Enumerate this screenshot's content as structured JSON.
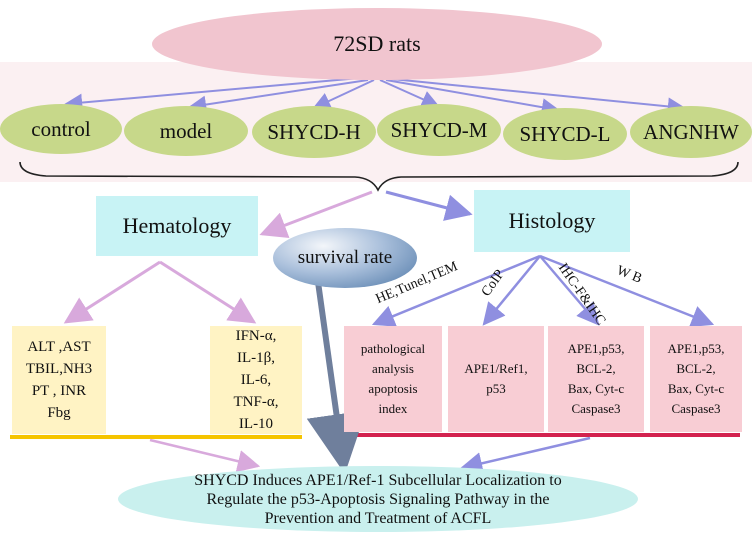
{
  "source": {
    "label": "72SD rats"
  },
  "groups": [
    "control",
    "model",
    "SHYCD-H",
    "SHYCD-M",
    "SHYCD-L",
    "ANGNHW"
  ],
  "branches": {
    "hematology": "Hematology",
    "histology": "Histology",
    "survival": "survival rate"
  },
  "methods": [
    "HE,Tunel,TEM",
    "CoIP",
    "IHC-F&IHC",
    "W B"
  ],
  "hematology_boxes": [
    {
      "lines": [
        "ALT ,AST",
        "TBIL,NH3",
        "PT , INR",
        "Fbg"
      ]
    },
    {
      "lines": [
        "IFN-α,",
        "IL-1β,",
        "IL-6,",
        "TNF-α,",
        "IL-10"
      ]
    }
  ],
  "histology_boxes": [
    {
      "lines": [
        "pathological",
        "analysis",
        "apoptosis",
        "index"
      ]
    },
    {
      "lines": [
        "APE1/Ref1,",
        "p53"
      ]
    },
    {
      "lines": [
        "APE1,p53,",
        "BCL-2,",
        "Bax, Cyt-c",
        "Caspase3"
      ]
    },
    {
      "lines": [
        "APE1,p53,",
        "BCL-2,",
        "Bax, Cyt-c",
        "Caspase3"
      ]
    }
  ],
  "conclusion": {
    "lines": [
      "SHYCD Induces APE1/Ref-1 Subcellular Localization to",
      "Regulate the p53-Apoptosis Signaling Pathway in the",
      "Prevention and Treatment of ACFL"
    ]
  },
  "colors": {
    "top_oval": "#f1c5cf",
    "group_oval": "#c7d88a",
    "branch_box": "#c8f3f5",
    "yellow_box": "#fff3c4",
    "pink_box": "#f8cdd4",
    "arrow_blue": "#8f8fe0",
    "arrow_pink": "#d8a9dc",
    "line_yellow": "#f5c400",
    "line_red": "#d3224f",
    "conclusion": "#c9f0ee"
  }
}
